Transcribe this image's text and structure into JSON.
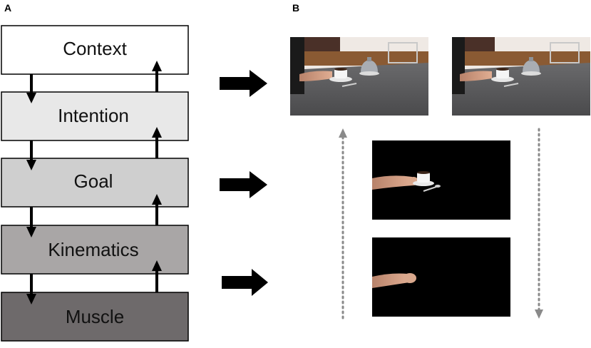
{
  "panels": {
    "a_label": "A",
    "b_label": "B"
  },
  "hierarchy": {
    "levels": [
      {
        "label": "Context",
        "fill": "#ffffff"
      },
      {
        "label": "Intention",
        "fill": "#e8e8e8"
      },
      {
        "label": "Goal",
        "fill": "#cfcfcf"
      },
      {
        "label": "Kinematics",
        "fill": "#a9a6a6"
      },
      {
        "label": "Muscle",
        "fill": "#6e6a6b"
      }
    ]
  },
  "colors": {
    "border": "#000000",
    "arrow": "#000000",
    "dotted_arrow": "#8a8a8a",
    "photo_black": "#000000",
    "table": "#5b5b5d",
    "wall": "#efe9e4",
    "floor": "#8a5a33",
    "skin": "#d8a58a",
    "cup": "#f5f5f5",
    "kettle": "#a9adb3"
  },
  "icons": {
    "level_arrows": "vertical-arrow-icon",
    "pointer": "right-arrow-icon",
    "flow": "dotted-arrow-icon"
  }
}
